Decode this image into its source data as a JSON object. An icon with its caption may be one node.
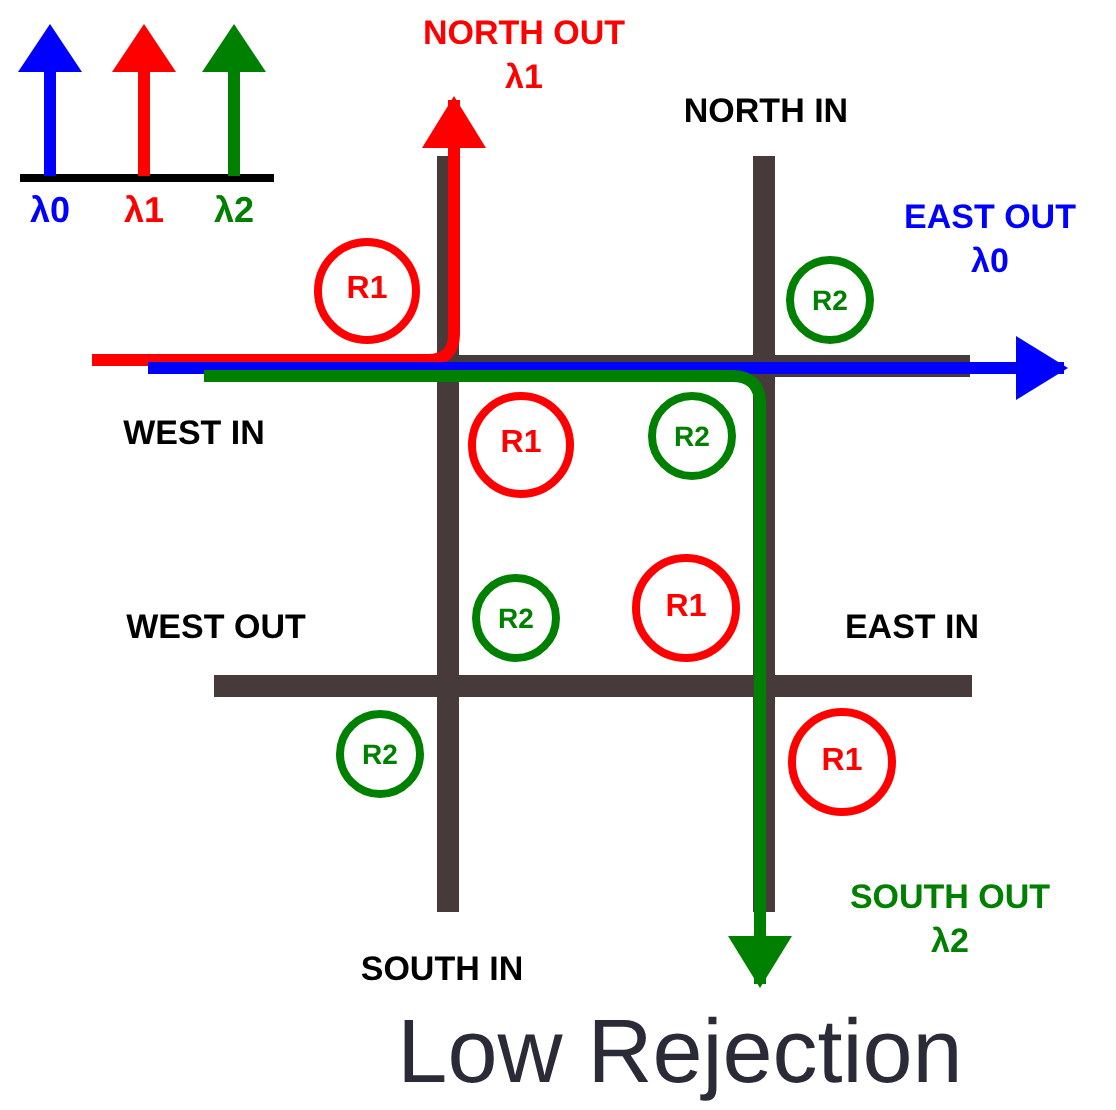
{
  "diagram": {
    "caption": "Low Rejection",
    "nodes": [
      {
        "text": [
          "NORTH OUT",
          "λ1"
        ]
      },
      {
        "text": [
          "NORTH IN"
        ]
      },
      {
        "text": [
          "EAST OUT",
          "λ0"
        ]
      },
      {
        "text": [
          "R1"
        ]
      },
      {
        "text": [
          "R2"
        ]
      },
      {
        "text": [
          "WEST IN"
        ]
      },
      {
        "text": [
          "R1"
        ]
      },
      {
        "text": [
          "R2"
        ]
      },
      {
        "text": [
          "WEST OUT"
        ]
      },
      {
        "text": [
          "R2"
        ]
      },
      {
        "text": [
          "R1"
        ]
      },
      {
        "text": [
          "EAST IN"
        ]
      },
      {
        "text": [
          "R2"
        ]
      },
      {
        "text": [
          "R1"
        ]
      },
      {
        "text": [
          "SOUTH OUT",
          "λ2"
        ]
      },
      {
        "text": [
          "SOUTH IN"
        ]
      }
    ],
    "edges": [
      {
        "from": 5,
        "to": 0,
        "arrow": "to",
        "color": "#ff0000"
      },
      {
        "from": 5,
        "to": 2,
        "arrow": "to",
        "color": "#0000ff"
      },
      {
        "from": 5,
        "to": 14,
        "arrow": "to",
        "color": "#008000"
      }
    ],
    "legend": [
      {
        "text": "λ0"
      },
      {
        "text": "λ1"
      },
      {
        "text": "λ2"
      }
    ]
  }
}
